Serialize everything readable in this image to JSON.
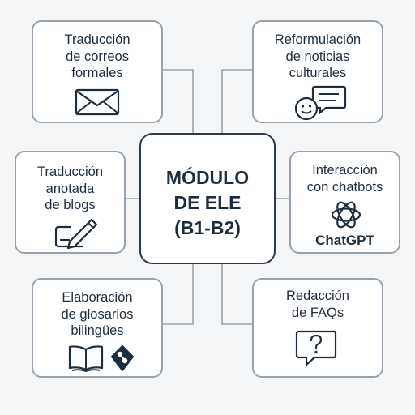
{
  "center": {
    "title": "MÓDULO\nDE ELE\n(B1-B2)"
  },
  "nodes": [
    {
      "label": "Traducción\nde correos\nformales",
      "icon": "envelope-icon"
    },
    {
      "label": "Reformulación\nde noticias\nculturales",
      "icon": "smiley-chat-icon"
    },
    {
      "label": "Traducción\nanotada\nde blogs",
      "icon": "pen-writing-icon"
    },
    {
      "label": "Interacción\ncon chatbots",
      "icon": "openai-logo-icon",
      "logo_text": "ChatGPT"
    },
    {
      "label": "Elaboración\nde glosarios\nbilingües",
      "icon": "book-icon"
    },
    {
      "label": "Redacción\nde FAQs",
      "icon": "question-bubble-icon"
    }
  ],
  "colors": {
    "background": "#f3f5f7",
    "border": "#98a2ac",
    "center_border": "#2a3b4d",
    "text": "#1e2d3d"
  }
}
